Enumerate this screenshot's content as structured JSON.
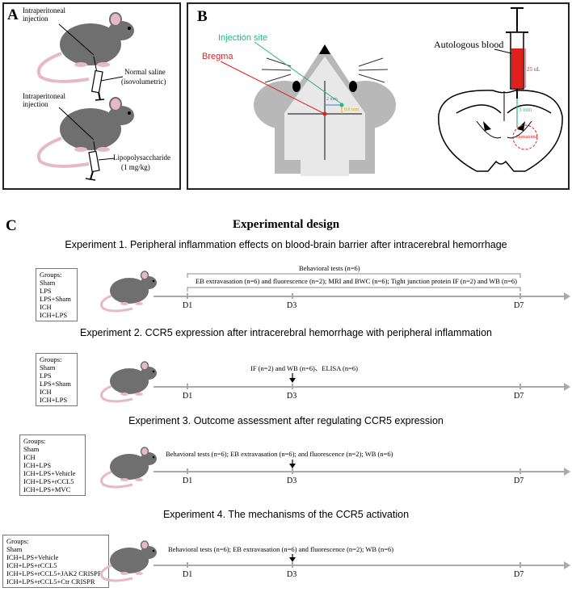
{
  "panelA": {
    "label": "A",
    "top_injection": "Intraperitoneal injection",
    "top_agent_line1": "Normal saline",
    "top_agent_line2": "(isovolumetric)",
    "bottom_injection": "Intraperitoneal injection",
    "bottom_agent_line1": "Lipopolysaccharide",
    "bottom_agent_line2": "(1 mg/kg)"
  },
  "panelB": {
    "label": "B",
    "injection_site": "Injection site",
    "bregma": "Bregma",
    "coord_1": "2 mm",
    "coord_2": "0.8 mm",
    "autologous_blood": "Autologous blood",
    "volume": "25 uL",
    "depth": "3 mm",
    "hematoma": "Hematoma",
    "colors": {
      "green": "#2bb38a",
      "red": "#e0201c",
      "blue": "#3a86c8",
      "yellow": "#e0b000"
    }
  },
  "panelC": {
    "label": "C",
    "title": "Experimental design",
    "days": [
      "D1",
      "D3",
      "D7"
    ],
    "experiments": [
      {
        "title": "Experiment 1. Peripheral inflammation effects on blood-brain barrier after intracerebral hemorrhage",
        "groups_header": "Groups:",
        "groups": [
          "Sham",
          "LPS",
          "LPS+Sham",
          "ICH",
          "ICH+LPS"
        ],
        "line1": "Behavioral tests (n=6)",
        "line2": "EB extravasation (n=6) and fluorescence (n=2); MRI and BWC (n=6); Tight junction protein IF (n=2) and WB (n=6)"
      },
      {
        "title": "Experiment 2. CCR5 expression after intracerebral hemorrhage with peripheral inflammation",
        "groups_header": "Groups:",
        "groups": [
          "Sham",
          "LPS",
          "LPS+Sham",
          "ICH",
          "ICH+LPS"
        ],
        "line1": "IF (n=2) and WB (n=6)、ELISA (n=6)"
      },
      {
        "title": "Experiment 3. Outcome assessment after regulating CCR5 expression",
        "groups_header": "Groups:",
        "groups": [
          "Sham",
          "ICH",
          "ICH+LPS",
          "ICH+LPS+Vehicle",
          "ICH+LPS+rCCL5",
          "ICH+LPS+MVC"
        ],
        "line1": "Behavioral tests (n=6); EB extravasation (n=6); and fluorescence (n=2); WB (n=6)"
      },
      {
        "title": "Experiment 4. The mechanisms of the CCR5 activation",
        "groups_header": "Groups:",
        "groups": [
          "Sham",
          "ICH+LPS+Vehicle",
          "ICH+LPS+rCCL5",
          "ICH+LPS+rCCL5+JAK2 CRISPR",
          "ICH+LPS+rCCL5+Ctr CRISPR"
        ],
        "line1": "Behavioral tests (n=6); EB extravasation (n=6) and fluorescence (n=2); WB (n=6)"
      }
    ]
  }
}
